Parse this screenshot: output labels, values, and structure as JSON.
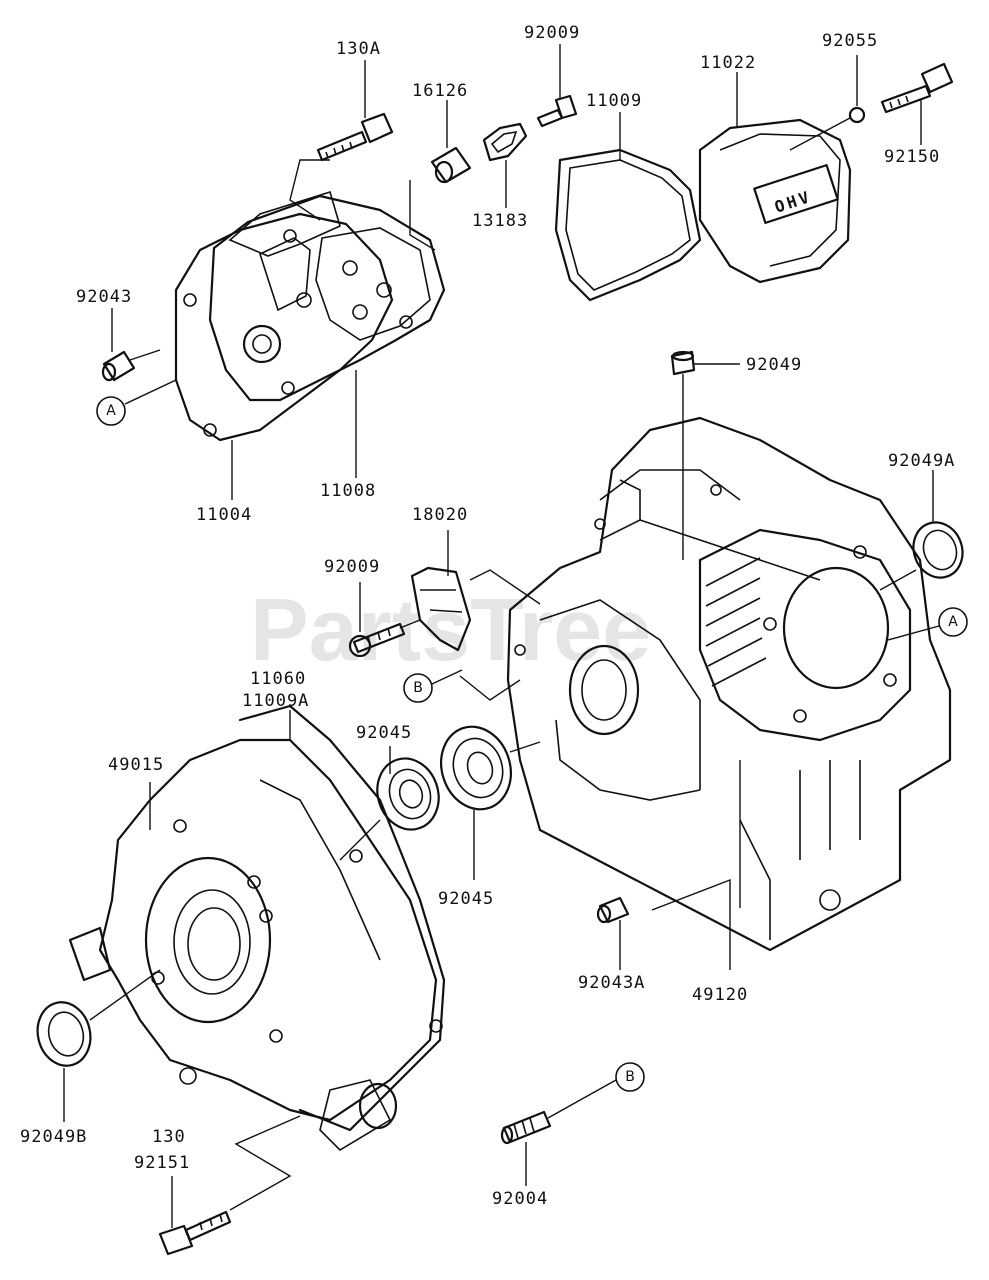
{
  "watermark": "PartsTree",
  "callouts": [
    {
      "id": "130A",
      "text": "130A"
    },
    {
      "id": "16126",
      "text": "16126"
    },
    {
      "id": "92009_top",
      "text": "92009"
    },
    {
      "id": "11009_top",
      "text": "11009"
    },
    {
      "id": "11022",
      "text": "11022"
    },
    {
      "id": "92055",
      "text": "92055"
    },
    {
      "id": "92150",
      "text": "92150"
    },
    {
      "id": "13183",
      "text": "13183"
    },
    {
      "id": "92043",
      "text": "92043"
    },
    {
      "id": "11004",
      "text": "11004"
    },
    {
      "id": "11008",
      "text": "11008"
    },
    {
      "id": "92049",
      "text": "92049"
    },
    {
      "id": "92049A",
      "text": "92049A"
    },
    {
      "id": "18020",
      "text": "18020"
    },
    {
      "id": "92009_mid",
      "text": "92009"
    },
    {
      "id": "11060",
      "text": "11060"
    },
    {
      "id": "11009A",
      "text": "11009A"
    },
    {
      "id": "49015",
      "text": "49015"
    },
    {
      "id": "92045_a",
      "text": "92045"
    },
    {
      "id": "92045_b",
      "text": "92045"
    },
    {
      "id": "92043A",
      "text": "92043A"
    },
    {
      "id": "49120",
      "text": "49120"
    },
    {
      "id": "92049B",
      "text": "92049B"
    },
    {
      "id": "130",
      "text": "130"
    },
    {
      "id": "92151",
      "text": "92151"
    },
    {
      "id": "92004",
      "text": "92004"
    }
  ],
  "ref_markers": {
    "a_left": "A",
    "a_right": "A",
    "b_mid": "B",
    "b_low": "B"
  },
  "cover_marking": "OHV"
}
